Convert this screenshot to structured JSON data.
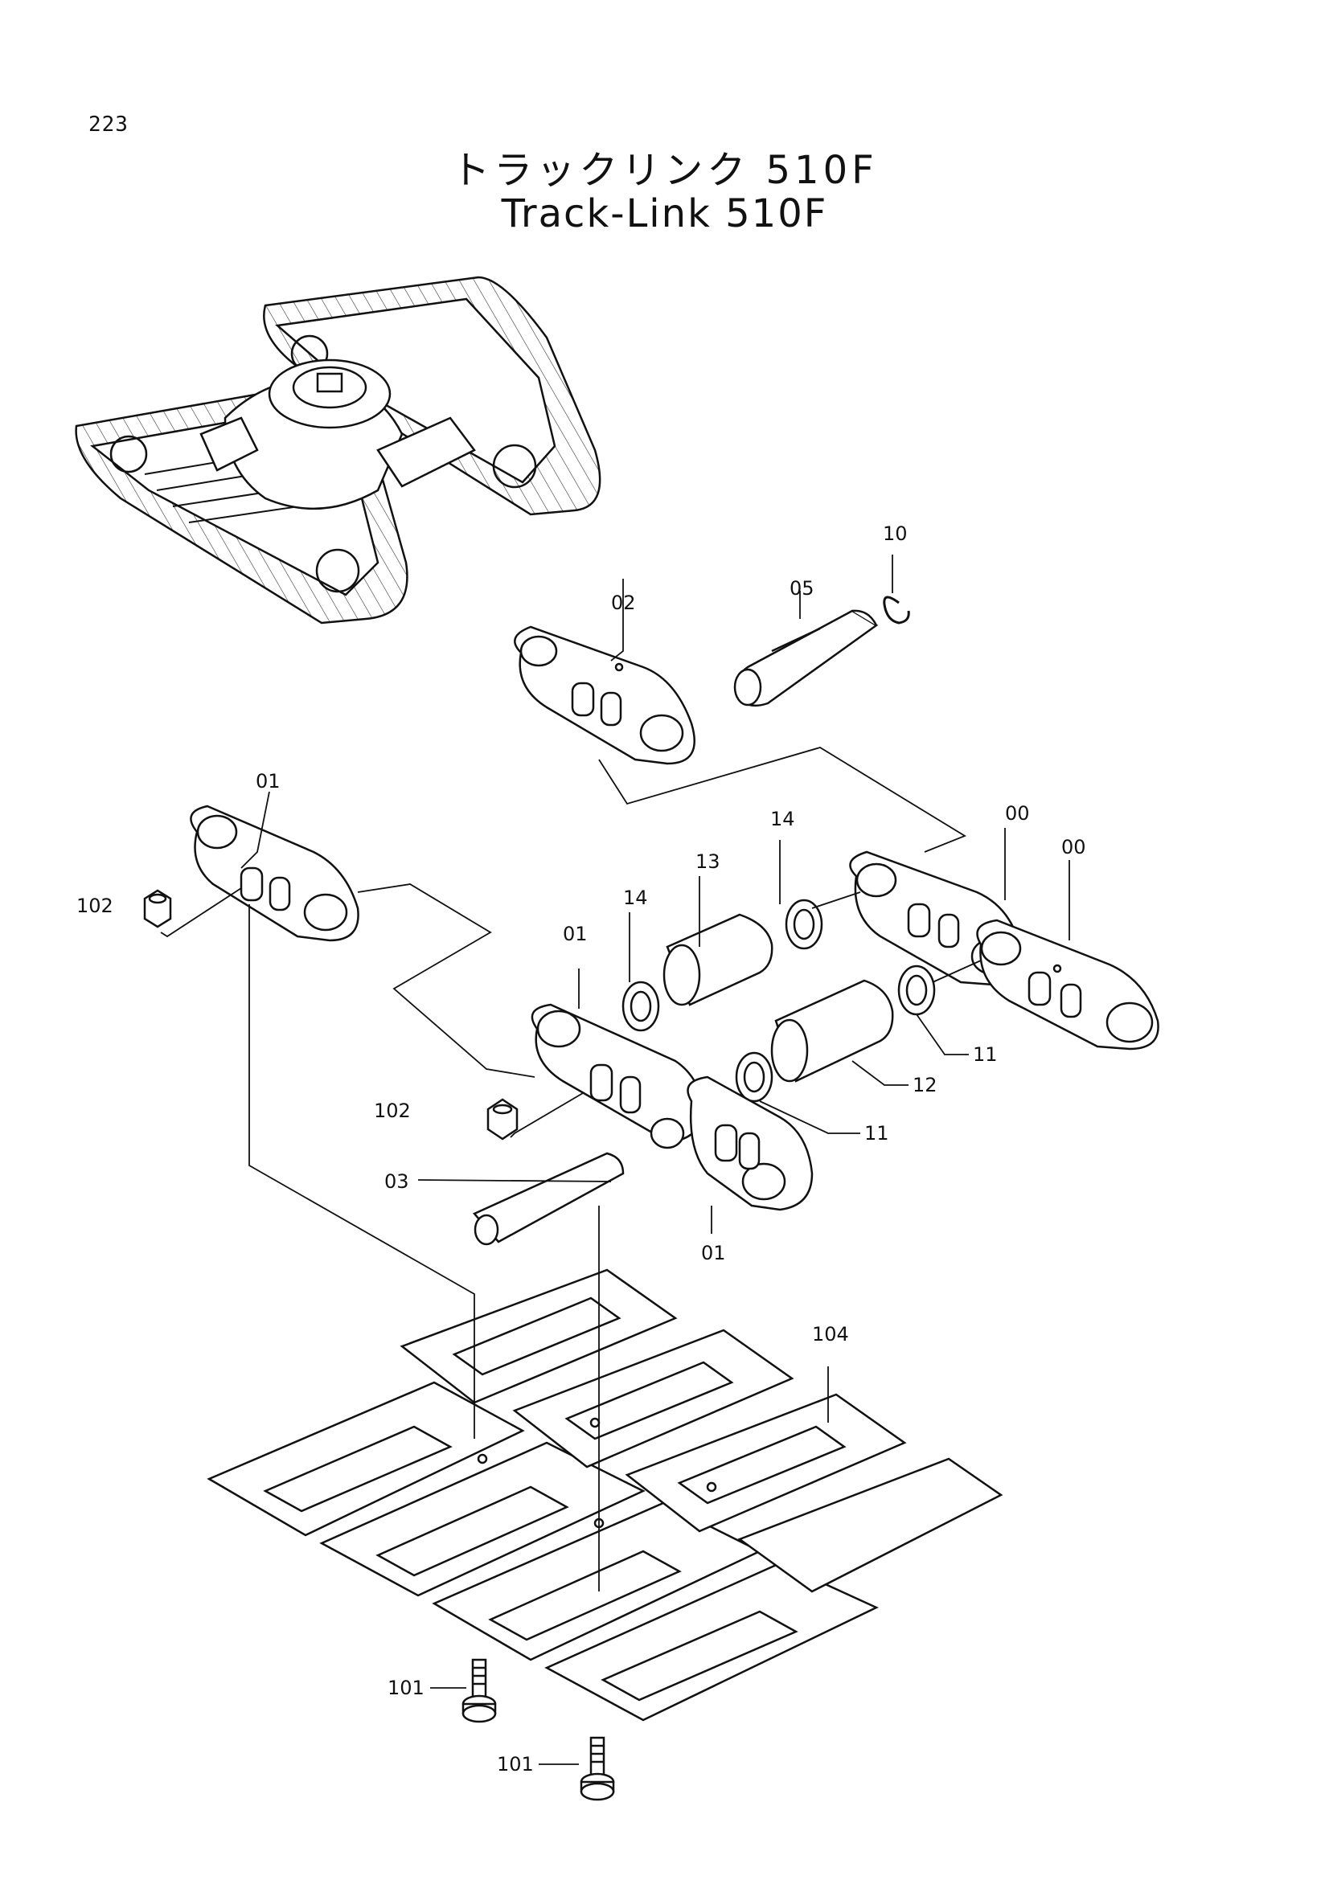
{
  "page": {
    "number": "223"
  },
  "title": {
    "japanese": "トラックリンク 510F",
    "english": "Track-Link 510F"
  },
  "callouts": [
    {
      "ref": "10"
    },
    {
      "ref": "05"
    },
    {
      "ref": "02"
    },
    {
      "ref": "01"
    },
    {
      "ref": "102"
    },
    {
      "ref": "14"
    },
    {
      "ref": "13"
    },
    {
      "ref": "00"
    },
    {
      "ref": "00"
    },
    {
      "ref": "14"
    },
    {
      "ref": "01"
    },
    {
      "ref": "11"
    },
    {
      "ref": "12"
    },
    {
      "ref": "102"
    },
    {
      "ref": "11"
    },
    {
      "ref": "03"
    },
    {
      "ref": "01"
    },
    {
      "ref": "104"
    },
    {
      "ref": "101"
    },
    {
      "ref": "101"
    }
  ]
}
